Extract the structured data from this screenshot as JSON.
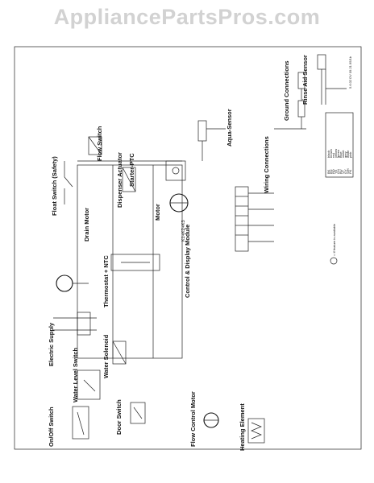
{
  "watermark": "AppliancePartsPros.com",
  "components": {
    "rinse_aid_sensor": "Rinse Aid Sensor",
    "ground_connections": "Ground Connections",
    "wiring_connections": "Wiring Connections",
    "aqua_sensor": "Aqua-Sensor",
    "control_display_module": "Control & Display Module",
    "dispenser_actuator": "Dispenser Actuator",
    "starter_ptc": "Starter-PTC",
    "motor": "Motor",
    "thermostat_ntc": "Thermostat + NTC",
    "drain_motor": "Drain Motor",
    "float_switch": "Float Switch (Safety)",
    "flow_switch": "Flow Switch",
    "water_level_switch": "Water Level Switch",
    "water_solenoid": "Water Solenoid",
    "electric_supply": "Electric Supply",
    "on_off_switch": "On/Off Switch",
    "door_switch": "Door Switch",
    "heating_element": "Heating Element",
    "flow_control_motor": "Flow Control Motor"
  },
  "module_label": "K1+K2+K3",
  "footnote": "= If feature is available",
  "doc_number": "5.6.02 DV 09.21.95/1b",
  "legend": [
    {
      "code": "BK",
      "color": "black"
    },
    {
      "code": "BN",
      "color": "brown"
    },
    {
      "code": "RD",
      "color": "red"
    },
    {
      "code": "YE",
      "color": "yellow"
    },
    {
      "code": "GN",
      "color": "green"
    },
    {
      "code": "BU",
      "color": "blue"
    },
    {
      "code": "VT",
      "color": "violet"
    },
    {
      "code": "GY",
      "color": "grey"
    },
    {
      "code": "WH",
      "color": "white"
    },
    {
      "code": "PK",
      "color": "pink"
    }
  ],
  "colors": {
    "ink": "#111111",
    "watermark": "#d2d2d2",
    "background": "#ffffff"
  }
}
